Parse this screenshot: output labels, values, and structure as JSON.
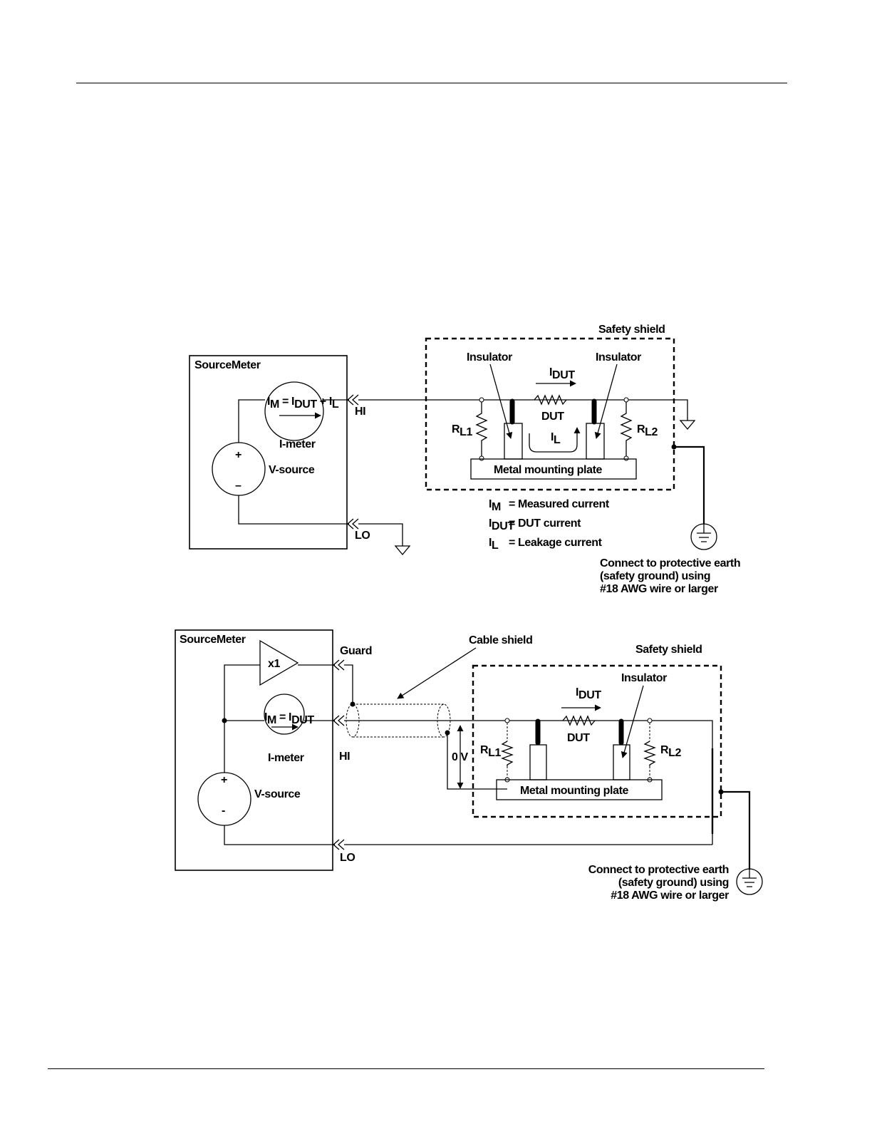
{
  "figure1": {
    "sourcemeter": "SourceMeter",
    "i_meter": "I-meter",
    "v_source": "V-source",
    "plus": "+",
    "minus": "–",
    "im_eq": {
      "I": "I",
      "M": "M",
      "eq": " = ",
      "I2": "I",
      "DUT": "DUT",
      "plus": " + ",
      "I3": "I",
      "L": "L"
    },
    "hi": "HI",
    "lo": "LO",
    "safety_shield": "Safety shield",
    "insulator_left": "Insulator",
    "insulator_right": "Insulator",
    "idut": {
      "I": "I",
      "sub": "DUT"
    },
    "dut": "DUT",
    "il": {
      "I": "I",
      "sub": "L"
    },
    "rl1": {
      "R": "R",
      "sub": "L1"
    },
    "rl2": {
      "R": "R",
      "sub": "L2"
    },
    "plate": "Metal mounting plate",
    "legend": [
      {
        "sym": "I",
        "sub": "M",
        "text": "= Measured current"
      },
      {
        "sym": "I",
        "sub": "DUT",
        "text": "= DUT current"
      },
      {
        "sym": "I",
        "sub": "L",
        "text": "= Leakage current"
      }
    ],
    "earth_note": [
      "Connect to protective earth",
      "(safety ground) using",
      "#18 AWG wire or larger"
    ]
  },
  "figure2": {
    "sourcemeter": "SourceMeter",
    "buffer": "x1",
    "guard": "Guard",
    "cable_shield": "Cable shield",
    "safety_shield": "Safety shield",
    "insulator": "Insulator",
    "im_eq": {
      "I": "I",
      "M": "M",
      "eq": " = ",
      "I2": "I",
      "DUT": "DUT"
    },
    "i_meter": "I-meter",
    "hi": "HI",
    "lo": "LO",
    "v_source": "V-source",
    "plus": "+",
    "minus": "-",
    "zero_v": "0 V",
    "idut": {
      "I": "I",
      "sub": "DUT"
    },
    "dut": "DUT",
    "rl1": {
      "R": "R",
      "sub": "L1"
    },
    "rl2": {
      "R": "R",
      "sub": "L2"
    },
    "plate": "Metal mounting plate",
    "earth_note": [
      "Connect to protective earth",
      "(safety ground) using",
      "#18 AWG wire or larger"
    ]
  }
}
